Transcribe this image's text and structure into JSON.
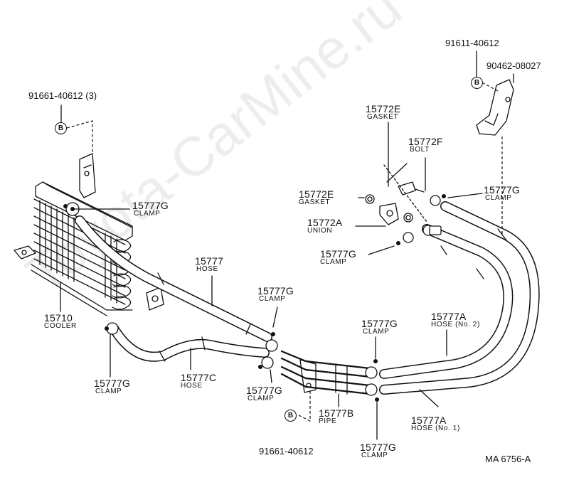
{
  "watermark": "Toyota-CarMine.ru",
  "drawing_code": "MA  6756-A",
  "b_marker": "B",
  "parts": [
    {
      "number": "91661-40612 (3)",
      "name": ""
    },
    {
      "number": "15777G",
      "name": "CLAMP"
    },
    {
      "number": "15777",
      "name": "HOSE"
    },
    {
      "number": "15710",
      "name": "COOLER"
    },
    {
      "number": "15777G",
      "name": "CLAMP"
    },
    {
      "number": "15777C",
      "name": "HOSE"
    },
    {
      "number": "15777G",
      "name": "CLAMP"
    },
    {
      "number": "15777G",
      "name": "CLAMP"
    },
    {
      "number": "91661-40612",
      "name": ""
    },
    {
      "number": "15777B",
      "name": "PIPE"
    },
    {
      "number": "15777G",
      "name": "CLAMP"
    },
    {
      "number": "15777G",
      "name": "CLAMP"
    },
    {
      "number": "15777A",
      "name": "HOSE (No. 2)"
    },
    {
      "number": "15777A",
      "name": "HOSE (No. 1)"
    },
    {
      "number": "15772E",
      "name": "GASKET"
    },
    {
      "number": "15772F",
      "name": "BOLT"
    },
    {
      "number": "15772E",
      "name": "GASKET"
    },
    {
      "number": "15772A",
      "name": "UNION"
    },
    {
      "number": "15777G",
      "name": "CLAMP"
    },
    {
      "number": "15777G",
      "name": "CLAMP"
    },
    {
      "number": "91611-40612",
      "name": ""
    },
    {
      "number": "90462-08027",
      "name": ""
    }
  ]
}
